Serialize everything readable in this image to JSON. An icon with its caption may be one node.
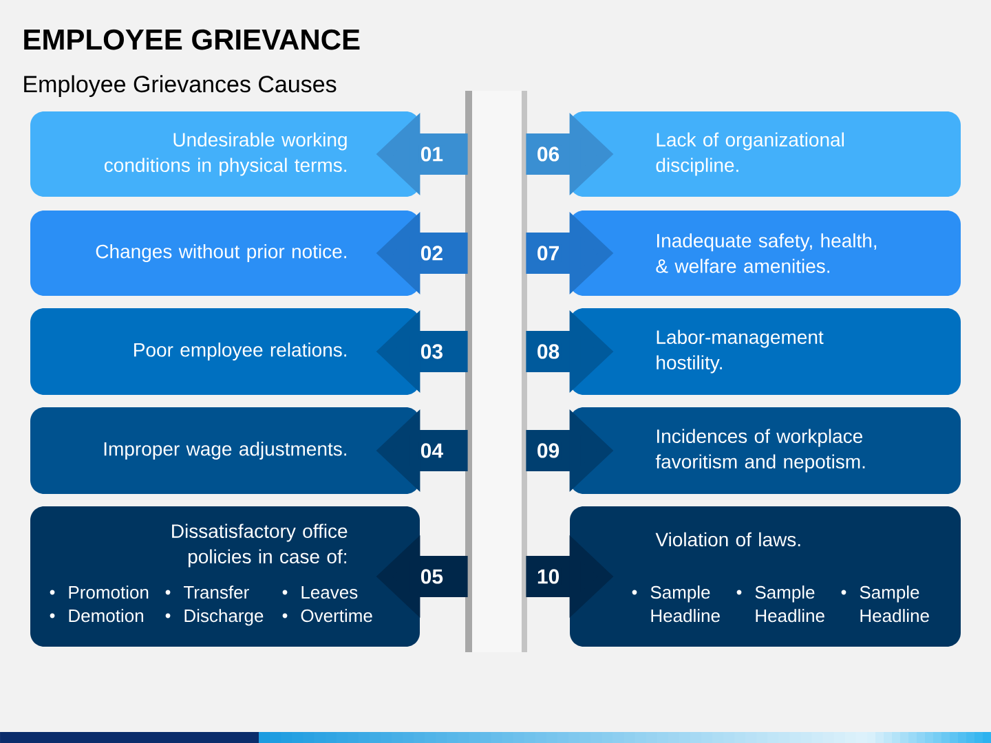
{
  "diagram": {
    "title": "EMPLOYEE GRIEVANCE",
    "nodes": [
      {
        "text": [
          "Undesirable working conditions in physical terms."
        ]
      },
      {
        "text": [
          "Changes without prior notice."
        ]
      },
      {
        "text": [
          "Poor employee relations."
        ]
      },
      {
        "text": [
          "Improper wage adjustments."
        ]
      },
      {
        "text": [
          "Dissatisfactory office policies in case of:",
          "Promotion",
          "Transfer",
          "Leaves",
          "Demotion",
          "Discharge",
          "Overtime"
        ]
      },
      {
        "text": [],
        "shape": "bar"
      },
      {
        "text": [
          "Lack of organizational discipline."
        ]
      },
      {
        "text": [
          "Inadequate safety, health, & welfare amenities."
        ]
      },
      {
        "text": [
          "Labor-management hostility."
        ]
      },
      {
        "text": [
          "Incidences of workplace favoritism and nepotism."
        ]
      },
      {
        "text": [
          "Violation of laws.",
          "Sample Headline",
          "Sample Headline",
          "Sample Headline"
        ]
      }
    ],
    "edges": [
      {
        "from": 5,
        "to": 0,
        "arrow": "to",
        "label": "01",
        "color": "#3a8fd2"
      },
      {
        "from": 5,
        "to": 1,
        "arrow": "to",
        "label": "02",
        "color": "#2174c9"
      },
      {
        "from": 5,
        "to": 2,
        "arrow": "to",
        "label": "03",
        "color": "#005a9c"
      },
      {
        "from": 5,
        "to": 3,
        "arrow": "to",
        "label": "04",
        "color": "#003f70"
      },
      {
        "from": 5,
        "to": 4,
        "arrow": "to",
        "label": "05",
        "color": "#00274a"
      },
      {
        "from": 5,
        "to": 6,
        "arrow": "to",
        "label": "06",
        "color": "#3a8fd2"
      },
      {
        "from": 5,
        "to": 7,
        "arrow": "to",
        "label": "07",
        "color": "#2174c9"
      },
      {
        "from": 5,
        "to": 8,
        "arrow": "to",
        "label": "08",
        "color": "#005a9c"
      },
      {
        "from": 5,
        "to": 9,
        "arrow": "to",
        "label": "09",
        "color": "#003f70"
      },
      {
        "from": 5,
        "to": 10,
        "arrow": "to",
        "label": "10",
        "color": "#00274a"
      }
    ],
    "labels": [
      "Employee Grievances Causes"
    ]
  }
}
